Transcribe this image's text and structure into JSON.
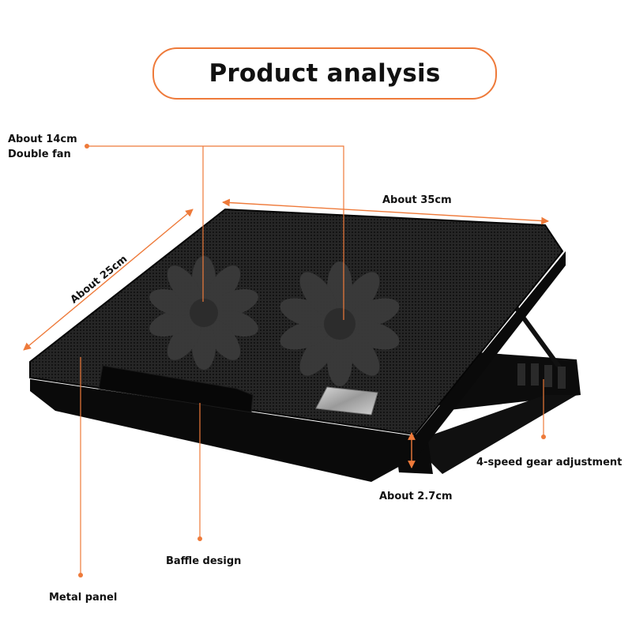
{
  "title": "Product analysis",
  "labels": {
    "fan_size": "About 14cm",
    "fan_type": "Double fan",
    "width": "About 35cm",
    "depth": "About 25cm",
    "thickness": "About 2.7cm",
    "gear": "4-speed gear adjustment",
    "baffle": "Baffle design",
    "panel": "Metal panel"
  },
  "colors": {
    "accent": "#ee7a3a",
    "product": "#1c1c1c"
  }
}
